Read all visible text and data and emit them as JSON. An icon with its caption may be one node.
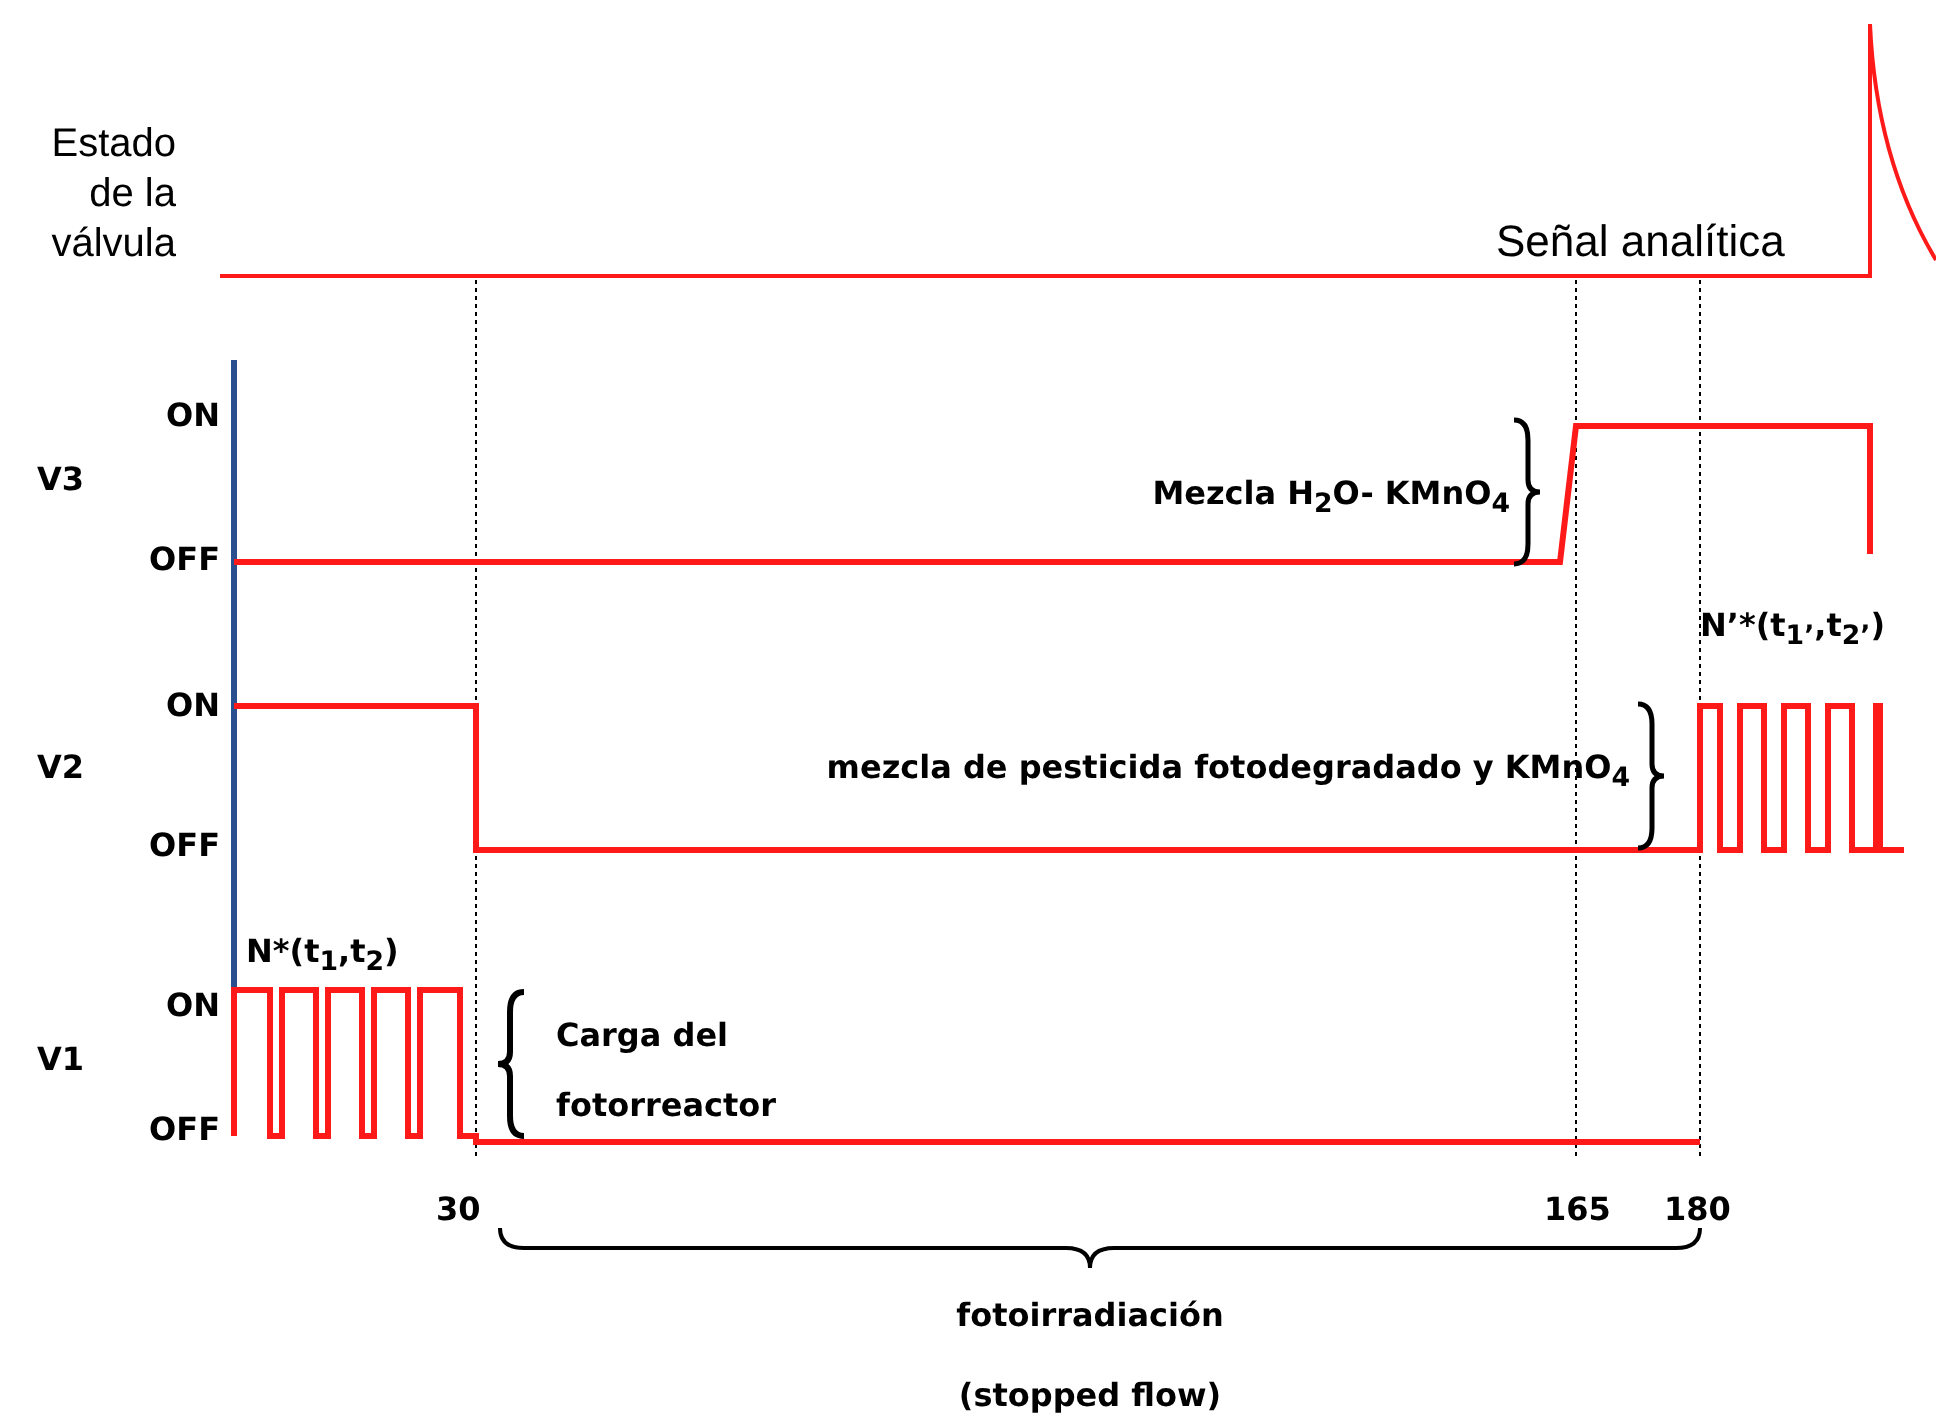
{
  "diagram": {
    "labels": [
      "Estado de la válvula",
      "Señal analítica",
      "ON",
      "V3",
      "OFF",
      "Mezcla H$_{2}$O- KMnO$_{4}$",
      "N’*(t$_{1’}$,t$_{2’}$)",
      "ON",
      "V2",
      "mezcla de pesticida fotodegradado y KMnO$_{4}$",
      "OFF",
      "N*(t$_{1}$,t$_{2}$)",
      "ON",
      "V1",
      "Carga del fotorreactor",
      "OFF",
      "30",
      "165",
      "180",
      "fotoirradiación",
      "(stopped flow)"
    ]
  }
}
